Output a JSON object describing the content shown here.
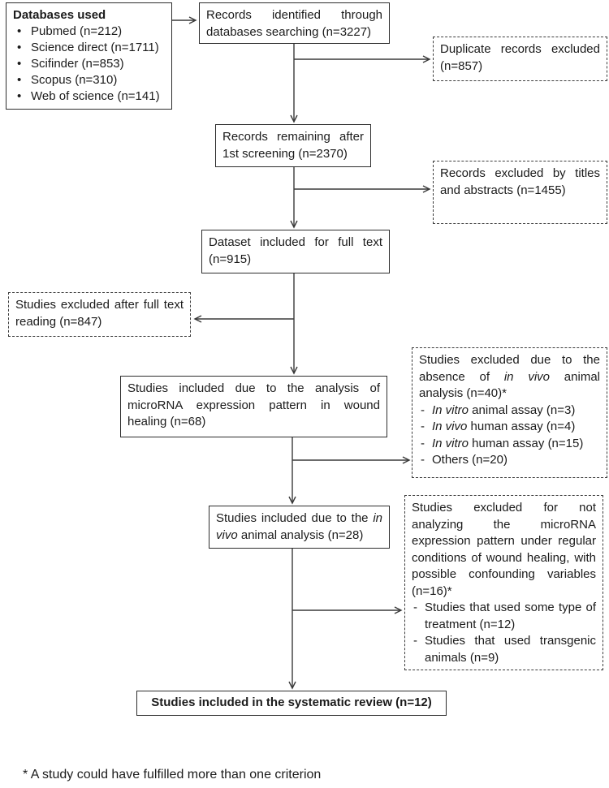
{
  "page": {
    "footnote": "* A study could have fulfilled more than one criterion"
  },
  "colors": {
    "background": "#ffffff",
    "box_border": "#2d2d2d",
    "dashed_border": "#3c3c3c",
    "arrow": "#3a3a3a",
    "text": "#1b1b1b"
  },
  "boxes": {
    "databases": {
      "title": "Databases used",
      "bullet": "•",
      "items": [
        "Pubmed (n=212)",
        "Science direct (n=1711)",
        "Scifinder (n=853)",
        "Scopus (n=310)",
        "Web of science (n=141)"
      ]
    },
    "records_identified": {
      "text": "Records identified through databases searching (n=3227)"
    },
    "duplicates_excluded": {
      "text": "Duplicate records excluded (n=857)"
    },
    "records_remaining": {
      "text": "Records remaining after 1st screening (n=2370)"
    },
    "titles_abstracts_excluded": {
      "text": "Records excluded by titles and abstracts (n=1455)"
    },
    "full_text_included": {
      "text": "Dataset included for full text (n=915)"
    },
    "full_text_excluded": {
      "text": "Studies excluded after full text reading (n=847)"
    },
    "mirna_included": {
      "text": "Studies included due to the analysis of microRNA expression pattern in wound healing (n=68)"
    },
    "no_invivo_excluded": {
      "lead_pre": "Studies excluded due to the absence of ",
      "lead_italic": "in vivo",
      "lead_post": " animal analysis (n=40)*",
      "dash": "-",
      "items": [
        {
          "it": "In vitro",
          "rest": " animal assay (n=3)"
        },
        {
          "it": "In vivo",
          "rest": " human assay (n=4)"
        },
        {
          "it": "In vitro",
          "rest": " human assay (n=15)"
        },
        {
          "it": "",
          "rest": "Others (n=20)"
        }
      ]
    },
    "invivo_included": {
      "pre": "Studies included due to the ",
      "italic": "in vivo",
      "post": " animal analysis (n=28)"
    },
    "confounding_excluded": {
      "lead": "Studies excluded for not analyzing the microRNA expression pattern under regular conditions of wound healing, with possible confounding variables (n=16)*",
      "dash": "-",
      "items": [
        "Studies that used some type of treatment (n=12)",
        "Studies that used transgenic animals (n=9)"
      ]
    },
    "final_included": {
      "text": "Studies included in the systematic review (n=12)"
    }
  }
}
